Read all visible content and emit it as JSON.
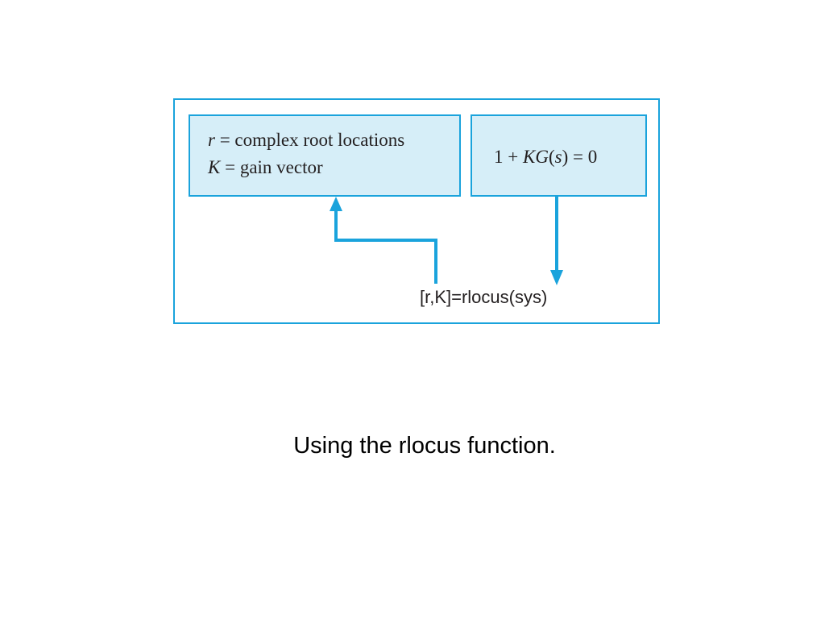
{
  "diagram": {
    "left_box": {
      "line1": {
        "var": "r",
        "text": " = complex root locations"
      },
      "line2": {
        "var": "K",
        "text": " = gain vector"
      }
    },
    "right_box": {
      "prefix": "1 + ",
      "var": "KG",
      "mid": "(",
      "arg": "s",
      "suffix": ") = 0"
    },
    "command": "[r,K]=rlocus(sys)"
  },
  "caption": "Using the rlocus function.",
  "colors": {
    "accent": "#1aa3dc",
    "box_fill": "#d6eef8",
    "text": "#231f20"
  }
}
